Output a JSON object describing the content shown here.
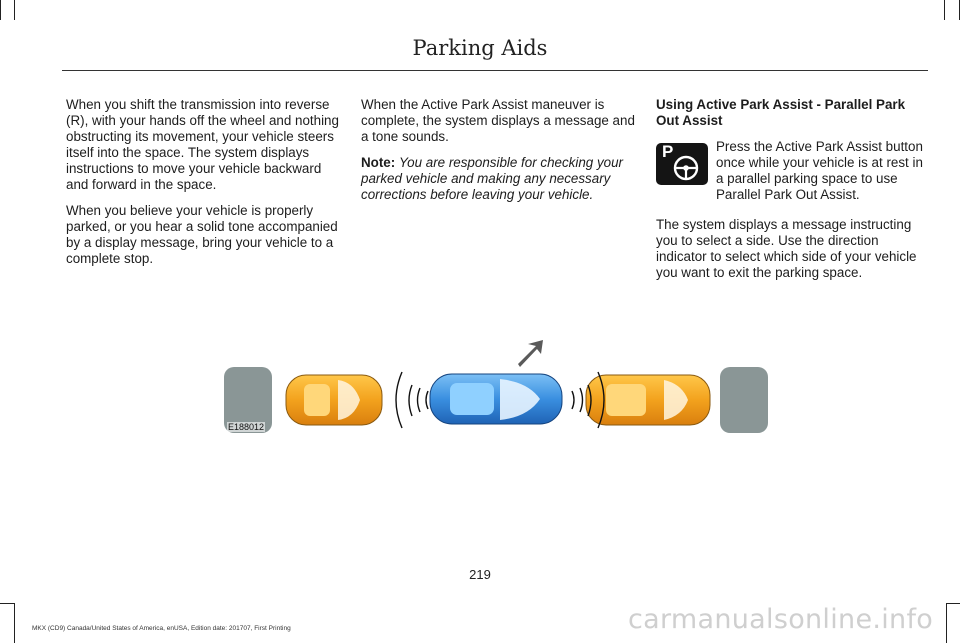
{
  "header": {
    "title": "Parking Aids"
  },
  "column1": {
    "paragraphs": [
      "When you shift the transmission into reverse (R), with your hands off the wheel and nothing obstructing its movement, your vehicle steers itself into the space. The system displays instructions to move your vehicle backward and forward in the space.",
      "When you believe your vehicle is properly parked, or you hear a solid tone accompanied by a display message, bring your vehicle to a complete stop."
    ]
  },
  "column2": {
    "paragraph": "When the Active Park Assist maneuver is complete, the system displays a message and a tone sounds.",
    "note_label": "Note:",
    "note_text": "You are responsible for checking your parked vehicle and making any necessary corrections before leaving your vehicle."
  },
  "column3": {
    "heading": "Using Active Park Assist - Parallel Park Out Assist",
    "icon_letter": "P",
    "icon": "active-park-assist-icon",
    "paragraph1": "Press the Active Park Assist button once while your vehicle is at rest in a parallel parking space to use Parallel Park Out Assist.",
    "paragraph2": "The system displays a message instructing you to select a side. Use the direction indicator to select which side of your vehicle you want to exit the parking space."
  },
  "figure": {
    "id": "E188012",
    "colors": {
      "parked_cars": "#f0a020",
      "own_car": "#3a8fe0",
      "walls": "#8a9696",
      "arrow": "#555555"
    }
  },
  "page_number": "219",
  "footer": "MKX (CD9) Canada/United States of America, enUSA, Edition date: 201707, First Printing",
  "watermark": "carmanualsonline.info"
}
